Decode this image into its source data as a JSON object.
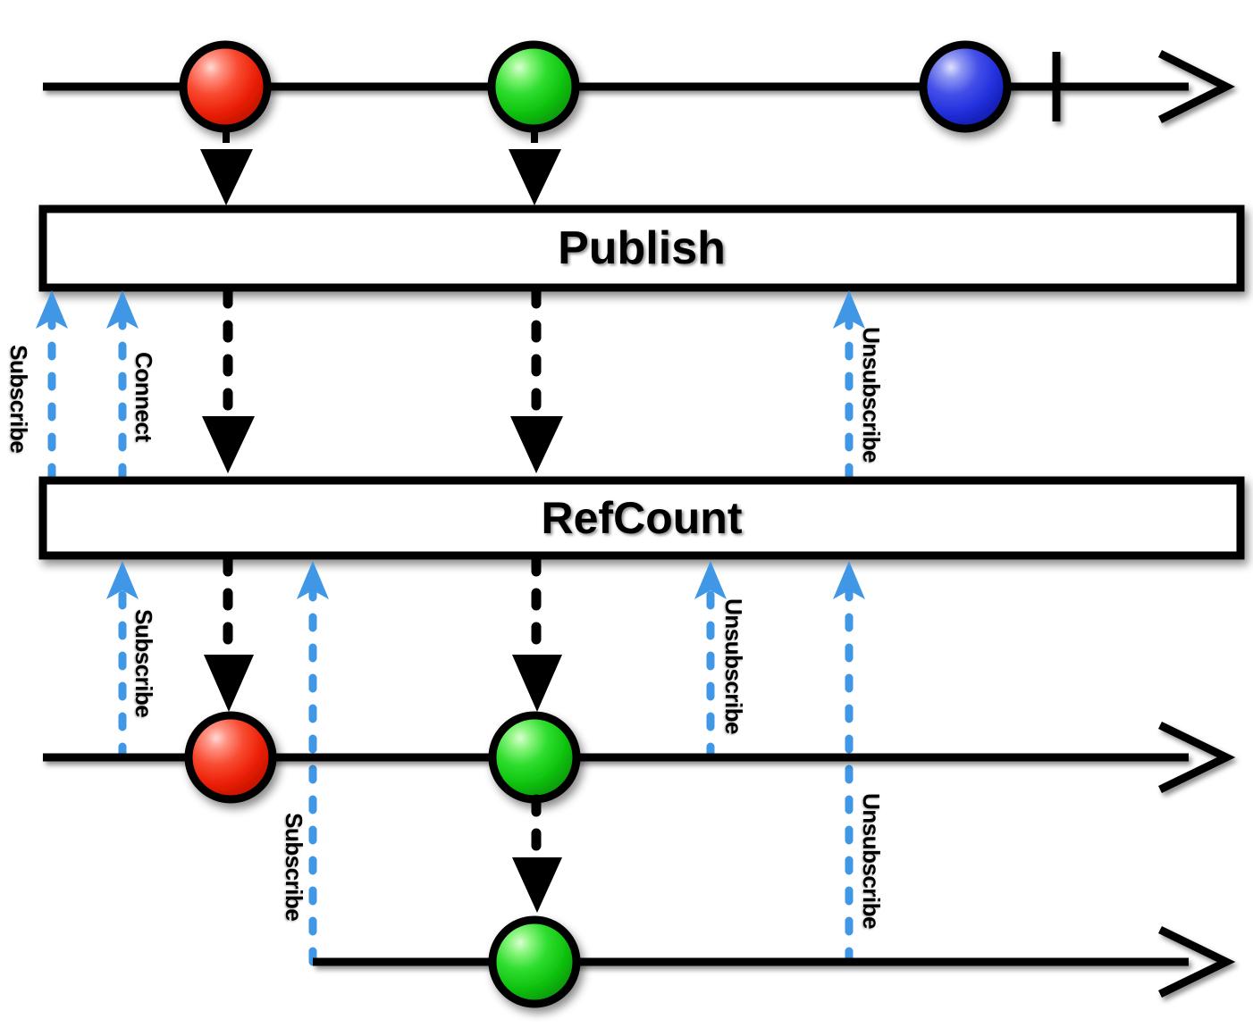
{
  "diagram": {
    "title_semantic": "publish-refcount-marble-diagram",
    "colors": {
      "marble_red": "#ee2211",
      "marble_green": "#22cc22",
      "marble_blue": "#2233dd",
      "stroke_black": "#000000",
      "dashed_blue": "#3f97e5",
      "box_fill": "#ffffff",
      "background": "#ffffff"
    },
    "operators": [
      {
        "label": "Publish"
      },
      {
        "label": "RefCount"
      }
    ],
    "timelines": [
      {
        "name": "source-timeline",
        "marbles": [
          {
            "color_name": "red",
            "color": "#ee2211"
          },
          {
            "color_name": "green",
            "color": "#22cc22"
          },
          {
            "color_name": "blue",
            "color": "#2233dd"
          }
        ],
        "has_complete_bar": true,
        "has_arrow": true
      },
      {
        "name": "first-subscriber-timeline",
        "marbles": [
          {
            "color_name": "red",
            "color": "#ee2211"
          },
          {
            "color_name": "green",
            "color": "#22cc22"
          }
        ],
        "has_complete_bar": false,
        "has_arrow": true
      },
      {
        "name": "second-subscriber-timeline",
        "marbles": [
          {
            "color_name": "green",
            "color": "#22cc22"
          }
        ],
        "has_complete_bar": false,
        "has_arrow": true
      }
    ],
    "annotations": [
      {
        "id": "subscribe-publish",
        "text": "Subscribe",
        "kind": "blue-dashed-up-arrow"
      },
      {
        "id": "connect-publish",
        "text": "Connect",
        "kind": "blue-dashed-up-arrow"
      },
      {
        "id": "unsubscribe-publish",
        "text": "Unsubscribe",
        "kind": "blue-dashed-up-arrow"
      },
      {
        "id": "subscribe-refcount-1",
        "text": "Subscribe",
        "kind": "blue-dashed-up-arrow"
      },
      {
        "id": "subscribe-refcount-2",
        "text": "Subscribe",
        "kind": "blue-dashed-up-arrow"
      },
      {
        "id": "unsubscribe-refcount-1",
        "text": "Unsubscribe",
        "kind": "blue-dashed-up-arrow"
      },
      {
        "id": "unsubscribe-refcount-2",
        "text": "Unsubscribe",
        "kind": "blue-dashed-up-arrow"
      }
    ],
    "emission_arrows": [
      {
        "id": "source-red-to-publish",
        "kind": "solid-down-triangle"
      },
      {
        "id": "source-green-to-publish",
        "kind": "solid-down-triangle"
      },
      {
        "id": "publish-red-to-refcount",
        "kind": "black-dashed-down-arrow"
      },
      {
        "id": "publish-green-to-refcount",
        "kind": "black-dashed-down-arrow"
      },
      {
        "id": "refcount-red-to-sub1",
        "kind": "black-dashed-down-arrow"
      },
      {
        "id": "refcount-green-to-sub1",
        "kind": "black-dashed-down-arrow"
      },
      {
        "id": "sub1-green-to-sub2",
        "kind": "black-dashed-down-arrow"
      }
    ]
  }
}
